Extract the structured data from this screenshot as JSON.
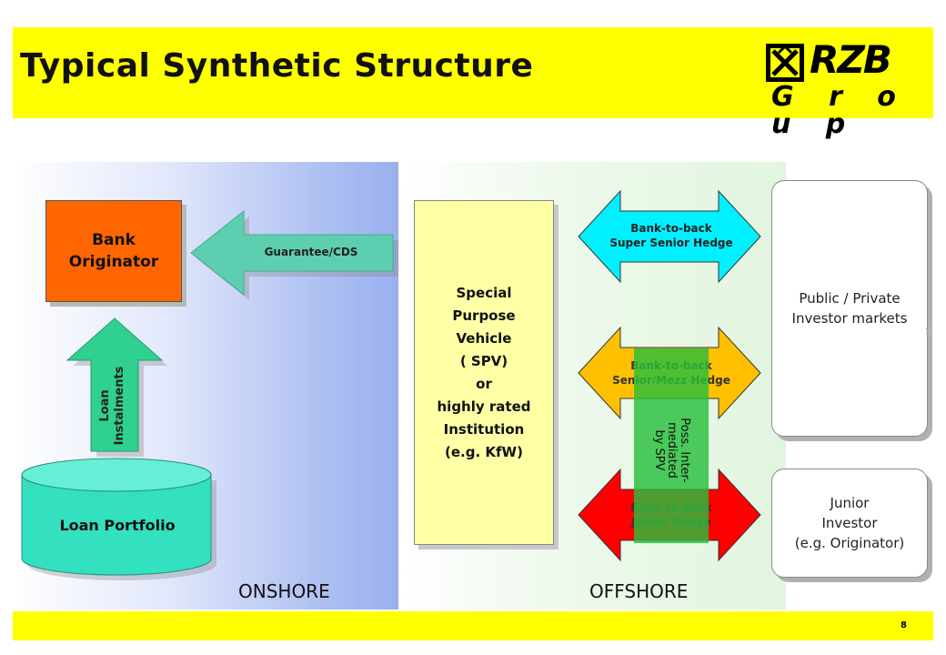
{
  "slide": {
    "title": "Typical Synthetic Structure",
    "page_number": "8",
    "logo": {
      "word": "RZB",
      "subtitle": "G r o u p"
    }
  },
  "regions": {
    "onshore": "ONSHORE",
    "offshore": "OFFSHORE"
  },
  "nodes": {
    "bank_originator": "Bank\nOriginator",
    "loan_portfolio": "Loan Portfolio",
    "spv": "Special\nPurpose\nVehicle\n( SPV)\nor\nhighly rated\nInstitution\n(e.g. KfW)",
    "public_investor": "Public / Private\nInvestor markets",
    "junior_investor": "Junior\nInvestor\n(e.g. Originator)"
  },
  "arrows": {
    "guarantee": "Guarantee/CDS",
    "loan_instalments": "Loan\nInstalments",
    "super_senior": "Bank-to-back\nSuper Senior Hedge",
    "senior_mezz": "Bank-to-back\nSenior/Mezz Hedge",
    "junior": "Bank-to-back\nJunior Hedge"
  },
  "overlay": {
    "mediated": "Poss. Inter-\nmediated\nby SPV"
  },
  "colors": {
    "header": "#ffff00",
    "bank_originator": "#ff6600",
    "spv": "#ffffa6",
    "guarantee_arrow": "#5dcfb0",
    "instalments_arrow": "#30d090",
    "loan_portfolio": "#33e0c0",
    "super_senior_arrow": "#00f0ff",
    "senior_mezz_arrow": "#ffc000",
    "junior_arrow": "#ff0000",
    "mediated_overlay": "#28be3c"
  }
}
